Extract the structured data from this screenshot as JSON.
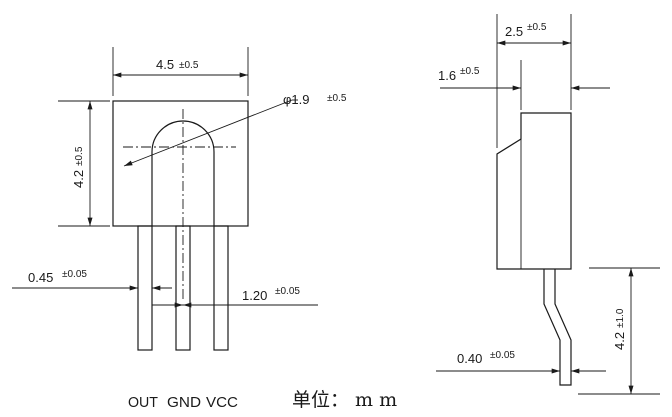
{
  "front_view": {
    "width_dim": "4.5",
    "width_tol": "±0.5",
    "height_dim": "4.2",
    "height_tol": "±0.5",
    "lens_dim": "φ1.9",
    "lens_tol": "±0.5",
    "lead_width_dim": "0.45",
    "lead_width_tol": "±0.05",
    "pitch_dim": "1.20",
    "pitch_tol": "±0.05",
    "pin_labels": [
      "OUT",
      "GND",
      "VCC"
    ]
  },
  "side_view": {
    "depth_dim": "2.5",
    "depth_tol": "±0.5",
    "lens_offset_dim": "1.6",
    "lens_offset_tol": "±0.5",
    "lead_length_dim": "4.2",
    "lead_length_tol": "±1.0",
    "lead_thickness_dim": "0.40",
    "lead_thickness_tol": "±0.05"
  },
  "unit_label": "单位： m m"
}
